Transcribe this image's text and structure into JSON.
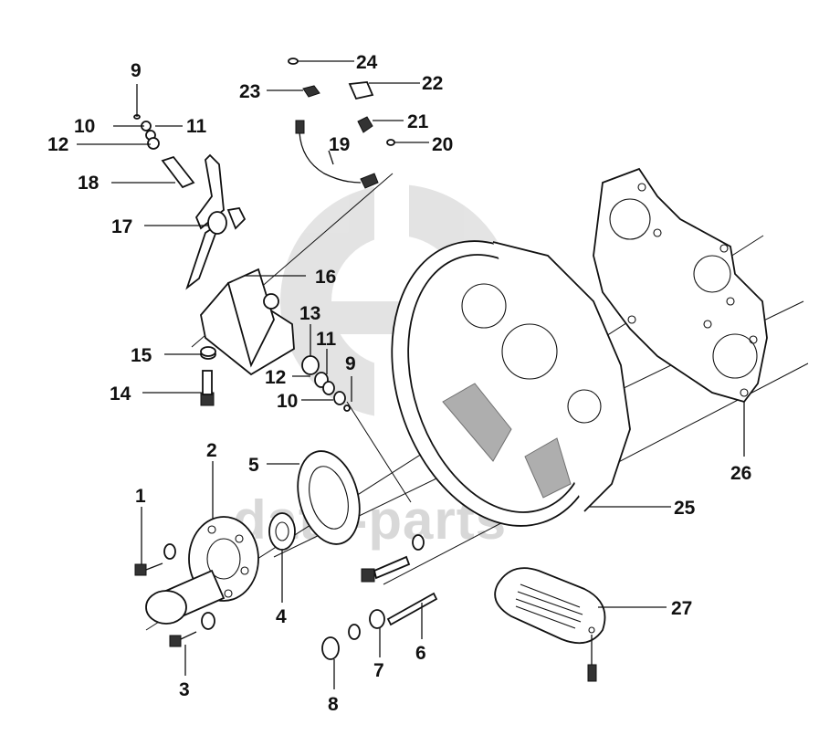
{
  "watermark": {
    "text": "data-parts"
  },
  "callouts": [
    "1",
    "2",
    "3",
    "4",
    "5",
    "6",
    "7",
    "8",
    "9",
    "10",
    "11",
    "12",
    "13",
    "14",
    "15",
    "16",
    "17",
    "18",
    "19",
    "20",
    "21",
    "22",
    "23",
    "24",
    "25",
    "26",
    "27"
  ],
  "callouts_repeat": [
    "9",
    "10",
    "11",
    "12"
  ]
}
